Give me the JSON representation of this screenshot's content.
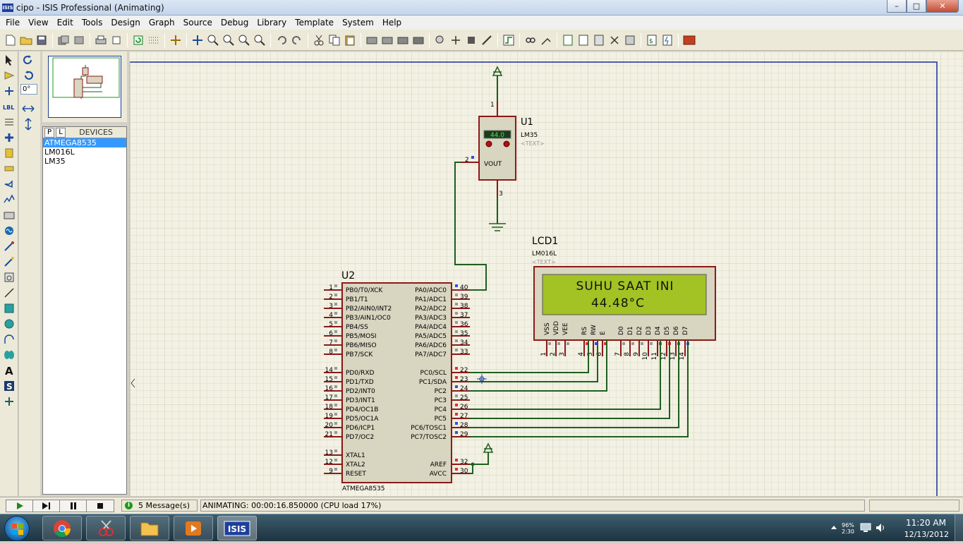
{
  "window": {
    "title": "cipo - ISIS Professional (Animating)",
    "app_icon_label": "ISIS",
    "minimize": "–",
    "maximize": "□",
    "close": "✕"
  },
  "menu": [
    "File",
    "View",
    "Edit",
    "Tools",
    "Design",
    "Graph",
    "Source",
    "Debug",
    "Library",
    "Template",
    "System",
    "Help"
  ],
  "left_panel": {
    "rotation_value": "0°"
  },
  "devices": {
    "tab_p": "P",
    "tab_l": "L",
    "title": "DEVICES",
    "items": [
      "ATMEGA8535",
      "LM016L",
      "LM35"
    ],
    "selected_index": 0
  },
  "schematic": {
    "u1": {
      "ref": "U1",
      "part": "LM35",
      "text": "<TEXT>",
      "readout": "44.0",
      "pin_vout": "VOUT",
      "pin1": "1",
      "pin2": "2",
      "pin3": "3"
    },
    "lcd": {
      "ref": "LCD1",
      "part": "LM016L",
      "text": "<TEXT>",
      "line1": "SUHU SAAT INI",
      "line2": "44.48°C",
      "pin_labels": [
        "VSS",
        "VDD",
        "VEE",
        "RS",
        "RW",
        "E",
        "D0",
        "D1",
        "D2",
        "D3",
        "D4",
        "D5",
        "D6",
        "D7"
      ],
      "pin_numbers": [
        "1",
        "2",
        "3",
        "4",
        "5",
        "6",
        "7",
        "8",
        "9",
        "10",
        "11",
        "12",
        "13",
        "14"
      ]
    },
    "u2": {
      "ref": "U2",
      "part": "ATMEGA8535",
      "left_pins": [
        {
          "num": "1",
          "name": "PB0/T0/XCK"
        },
        {
          "num": "2",
          "name": "PB1/T1"
        },
        {
          "num": "3",
          "name": "PB2/AIN0/INT2"
        },
        {
          "num": "4",
          "name": "PB3/AIN1/OC0"
        },
        {
          "num": "5",
          "name": "PB4/SS"
        },
        {
          "num": "6",
          "name": "PB5/MOSI"
        },
        {
          "num": "7",
          "name": "PB6/MISO"
        },
        {
          "num": "8",
          "name": "PB7/SCK"
        },
        {
          "num": "14",
          "name": "PD0/RXD"
        },
        {
          "num": "15",
          "name": "PD1/TXD"
        },
        {
          "num": "16",
          "name": "PD2/INT0"
        },
        {
          "num": "17",
          "name": "PD3/INT1"
        },
        {
          "num": "18",
          "name": "PD4/OC1B"
        },
        {
          "num": "19",
          "name": "PD5/OC1A"
        },
        {
          "num": "20",
          "name": "PD6/ICP1"
        },
        {
          "num": "21",
          "name": "PD7/OC2"
        },
        {
          "num": "13",
          "name": "XTAL1"
        },
        {
          "num": "12",
          "name": "XTAL2"
        },
        {
          "num": "9",
          "name": "RESET"
        }
      ],
      "right_pins": [
        {
          "num": "40",
          "name": "PA0/ADC0"
        },
        {
          "num": "39",
          "name": "PA1/ADC1"
        },
        {
          "num": "38",
          "name": "PA2/ADC2"
        },
        {
          "num": "37",
          "name": "PA3/ADC3"
        },
        {
          "num": "36",
          "name": "PA4/ADC4"
        },
        {
          "num": "35",
          "name": "PA5/ADC5"
        },
        {
          "num": "34",
          "name": "PA6/ADC6"
        },
        {
          "num": "33",
          "name": "PA7/ADC7"
        },
        {
          "num": "22",
          "name": "PC0/SCL"
        },
        {
          "num": "23",
          "name": "PC1/SDA"
        },
        {
          "num": "24",
          "name": "PC2"
        },
        {
          "num": "25",
          "name": "PC3"
        },
        {
          "num": "26",
          "name": "PC4"
        },
        {
          "num": "27",
          "name": "PC5"
        },
        {
          "num": "28",
          "name": "PC6/TOSC1"
        },
        {
          "num": "29",
          "name": "PC7/TOSC2"
        },
        {
          "num": "32",
          "name": "AREF"
        },
        {
          "num": "30",
          "name": "AVCC"
        }
      ]
    }
  },
  "status": {
    "messages": "5 Message(s)",
    "animation": "ANIMATING: 00:00:16.850000 (CPU load 17%)"
  },
  "taskbar": {
    "time": "11:20 AM",
    "date": "12/13/2012",
    "battery_percent": "96%",
    "battery_time": "2:30",
    "isis_label": "ISIS"
  },
  "colors": {
    "wire": "#1f5f1f",
    "component_border": "#8b1a1a",
    "component_fill": "#d8d5c0",
    "lcd_screen": "#a3c224",
    "canvas_grid": "#dcdcc8",
    "sheet_border": "#1a2a9c"
  }
}
